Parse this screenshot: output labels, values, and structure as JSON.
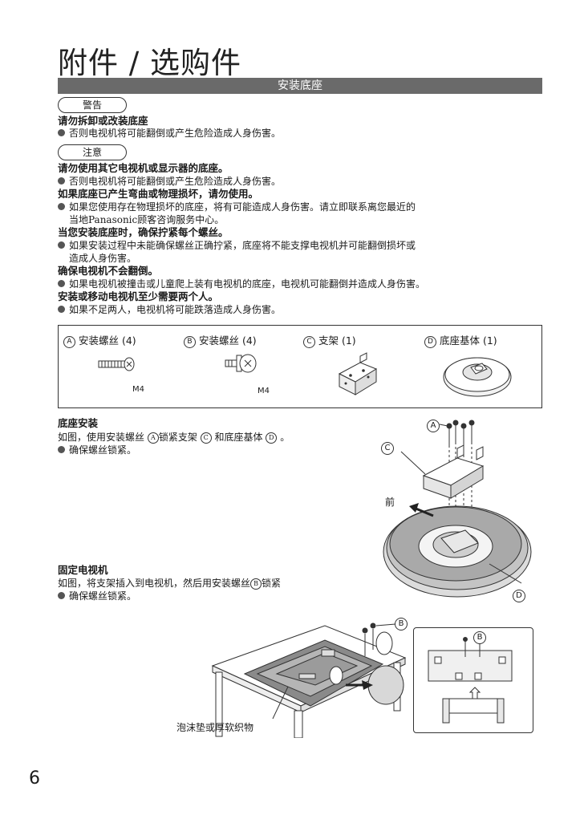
{
  "page_title": "附件 / 选购件",
  "section_title": "安装底座",
  "warning_label": "警告",
  "caution_label": "注意",
  "warning": {
    "heading": "请勿拆卸或改装底座",
    "bullet": "否则电视机将可能翻倒或产生危险造成人身伤害。"
  },
  "caution": [
    {
      "type": "heading",
      "text": "请勿使用其它电视机或显示器的底座。"
    },
    {
      "type": "bullet",
      "text": "否则电视机将可能翻倒或产生危险造成人身伤害。"
    },
    {
      "type": "heading",
      "text": "如果底座已产生弯曲或物理损坏，请勿使用。"
    },
    {
      "type": "bullet",
      "text": "如果您使用存在物理损坏的底座，将有可能造成人身伤害。请立即联系离您最近的"
    },
    {
      "type": "cont",
      "text": "当地Panasonic顾客咨询服务中心。"
    },
    {
      "type": "heading",
      "text": "当您安装底座时，确保拧紧每个螺丝。"
    },
    {
      "type": "bullet",
      "text": "如果安装过程中未能确保螺丝正确拧紧，底座将不能支撑电视机并可能翻倒损坏或"
    },
    {
      "type": "cont",
      "text": "造成人身伤害。"
    },
    {
      "type": "heading",
      "text": "确保电视机不会翻倒。"
    },
    {
      "type": "bullet",
      "text": "如果电视机被撞击或儿童爬上装有电视机的底座，电视机可能翻倒并造成人身伤害。"
    },
    {
      "type": "heading",
      "text": "安装或移动电视机至少需要两个人。"
    },
    {
      "type": "bullet",
      "text": "如果不足两人，电视机将可能跌落造成人身伤害。"
    }
  ],
  "parts": [
    {
      "letter": "A",
      "label": "安装螺丝 (4)",
      "size": "M4"
    },
    {
      "letter": "B",
      "label": "安装螺丝 (4)",
      "size": "M4"
    },
    {
      "letter": "C",
      "label": "支架 (1)"
    },
    {
      "letter": "D",
      "label": "底座基体 (1)"
    }
  ],
  "stand_assembly": {
    "heading": "底座安装",
    "line_parts": [
      "如图，使用安装螺丝",
      "锁紧支架",
      "和底座基体",
      "。"
    ],
    "bullet": "确保螺丝锁紧。",
    "front_label": "前"
  },
  "fix_tv": {
    "heading": "固定电视机",
    "line_parts": [
      "如图，将支架插入到电视机，然后用安装螺丝",
      "锁紧"
    ],
    "bullet": "确保螺丝锁紧。",
    "cushion_label": "泡沫垫或厚软织物"
  },
  "callouts": {
    "A": "A",
    "B": "B",
    "C": "C",
    "D": "D"
  },
  "page_number": "6"
}
